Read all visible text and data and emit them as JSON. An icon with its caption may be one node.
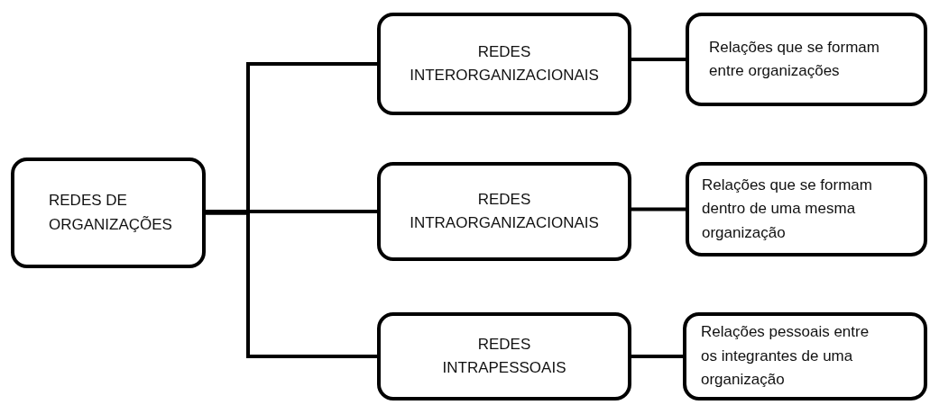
{
  "diagram": {
    "nodes": [
      {
        "text": [
          "REDES DE ORGANIZAÇÕES"
        ]
      },
      {
        "text": [
          "REDES INTERORGANIZACIONAIS"
        ]
      },
      {
        "text": [
          "REDES INTRAORGANIZACIONAIS"
        ]
      },
      {
        "text": [
          "REDES INTRAPESSOAIS"
        ]
      },
      {
        "text": [
          "Relações que se formam entre organizações"
        ]
      },
      {
        "text": [
          "Relações que se formam dentro de uma mesma organização"
        ]
      },
      {
        "text": [
          "Relações pessoais entre os integrantes de uma organização"
        ]
      }
    ],
    "edges": [
      {
        "from": 0,
        "to": 1,
        "arrow": "none"
      },
      {
        "from": 0,
        "to": 2,
        "arrow": "none"
      },
      {
        "from": 0,
        "to": 3,
        "arrow": "none"
      },
      {
        "from": 1,
        "to": 4,
        "arrow": "none"
      },
      {
        "from": 2,
        "to": 5,
        "arrow": "none"
      },
      {
        "from": 3,
        "to": 6,
        "arrow": "none"
      }
    ]
  }
}
